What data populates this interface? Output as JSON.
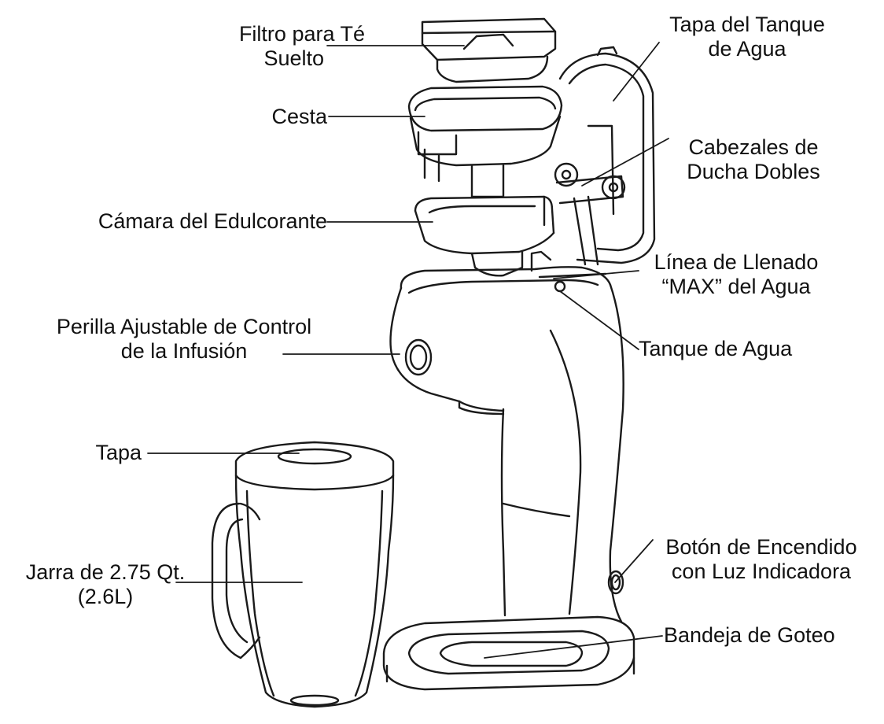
{
  "labels": {
    "filtro": [
      "Filtro para Té",
      "Suelto"
    ],
    "cesta": [
      "Cesta"
    ],
    "camara": [
      "Cámara del Edulcorante"
    ],
    "perilla": [
      "Perilla Ajustable de Control",
      "de la Infusión"
    ],
    "tapa": [
      "Tapa"
    ],
    "jarra": [
      "Jarra de 2.75 Qt.",
      "(2.6L)"
    ],
    "tapa_tanque": [
      "Tapa del Tanque",
      "de Agua"
    ],
    "cabezales": [
      "Cabezales de",
      "Ducha Dobles"
    ],
    "linea": [
      "Línea de Llenado",
      "“MAX” del Agua"
    ],
    "tanque": [
      "Tanque de Agua"
    ],
    "boton": [
      "Botón de Encendido",
      "con Luz Indicadora"
    ],
    "bandeja": [
      "Bandeja de Goteo"
    ]
  },
  "colors": {
    "line": "#1a1a1a",
    "text": "#111111",
    "background": "#ffffff"
  }
}
